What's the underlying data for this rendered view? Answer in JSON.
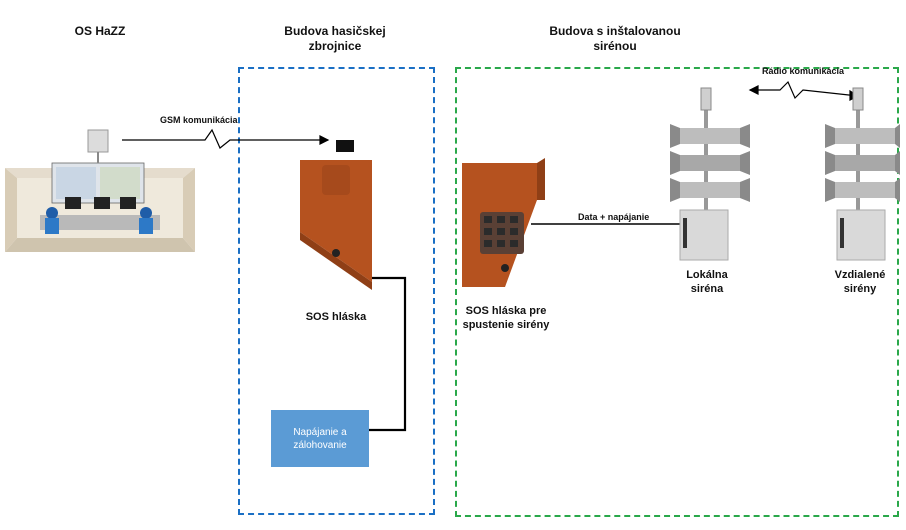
{
  "zones": {
    "os_hazz": {
      "title": "OS HaZZ"
    },
    "fire_station": {
      "title_line1": "Budova hasičskej",
      "title_line2": "zbrojnice"
    },
    "siren_building": {
      "title_line1": "Budova s inštalovanou",
      "title_line2": "sirénou"
    }
  },
  "links": {
    "gsm": "GSM komunikácia",
    "radio": "Rádio komunikácia",
    "data_power": "Data + napájanie"
  },
  "devices": {
    "sos_intercom": {
      "label": "SOS hláska"
    },
    "sos_intercom_siren": {
      "label_line1": "SOS hláska pre",
      "label_line2": "spustenie sirény"
    },
    "local_siren": {
      "label_line1": "Lokálna",
      "label_line2": "siréna"
    },
    "remote_sirens": {
      "label_line1": "Vzdialené",
      "label_line2": "sirény"
    },
    "power_backup": {
      "label_line1": "Napájanie a",
      "label_line2": "zálohovanie"
    }
  },
  "colors": {
    "fire_station_border": "#1a6fc4",
    "siren_building_border": "#2aa84a",
    "power_box": "#5b9bd5",
    "intercom_body": "#b5521f"
  },
  "icons": [
    "antenna-icon",
    "control-room-icon",
    "sos-intercom-icon",
    "siren-icon"
  ]
}
